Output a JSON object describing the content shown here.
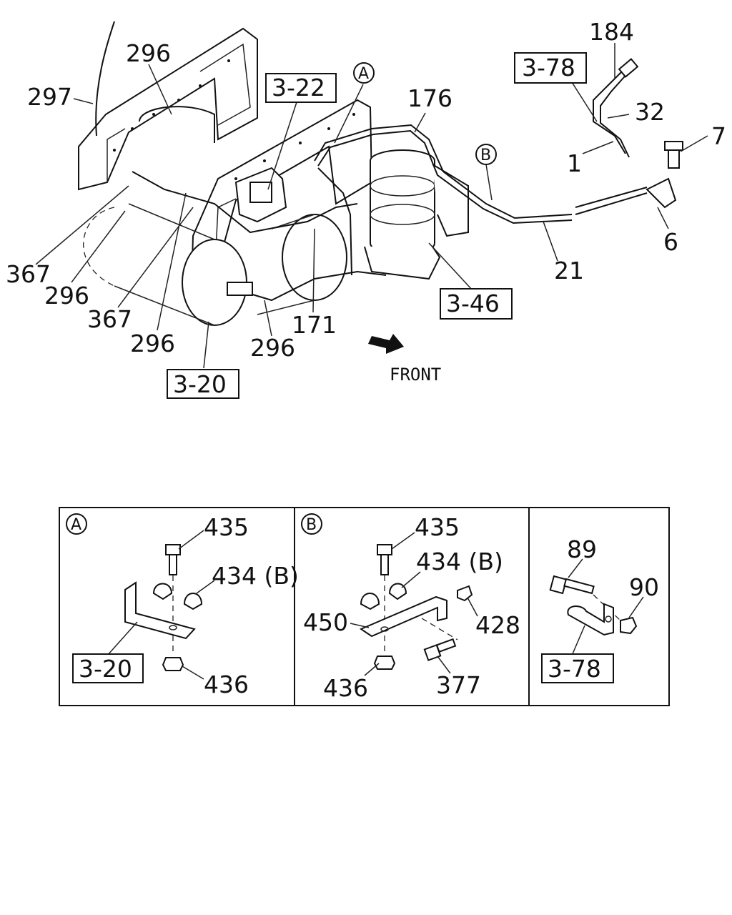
{
  "main_labels": {
    "l297": "297",
    "l296_top": "296",
    "l322": "3-22",
    "circleA": "A",
    "l176": "176",
    "l378_top": "3-78",
    "l184": "184",
    "l32": "32",
    "l7": "7",
    "l1": "1",
    "circleB": "B",
    "l6": "6",
    "l21": "21",
    "l367_a": "367",
    "l296_b": "296",
    "l367_b": "367",
    "l296_c": "296",
    "l171": "171",
    "l296_d": "296",
    "l346": "3-46",
    "l320": "3-20",
    "front": "FRONT"
  },
  "detail_a": {
    "marker": "A",
    "l435": "435",
    "l434": "434 (B)",
    "l320": "3-20",
    "l436": "436"
  },
  "detail_b": {
    "marker": "B",
    "l435": "435",
    "l434": "434 (B)",
    "l450": "450",
    "l428": "428",
    "l436": "436",
    "l377": "377"
  },
  "detail_c": {
    "l89": "89",
    "l90": "90",
    "l378": "3-78"
  }
}
